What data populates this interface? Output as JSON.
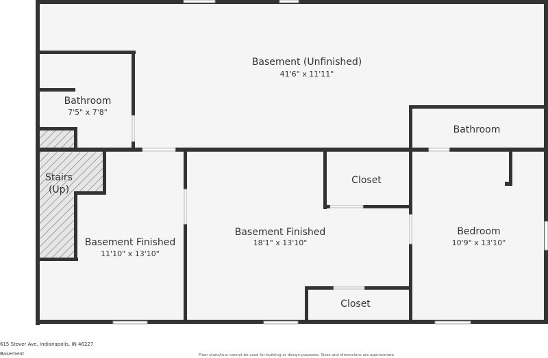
{
  "plan": {
    "rooms": {
      "basement_unfinished": {
        "name": "Basement (Unfinished)",
        "dims": "41'6\" x 11'11\""
      },
      "bathroom_left": {
        "name": "Bathroom",
        "dims": "7'5\" x 7'8\""
      },
      "bathroom_right": {
        "name": "Bathroom"
      },
      "stairs": {
        "name_line1": "Stairs",
        "name_line2": "(Up)"
      },
      "basement_finished_left": {
        "name": "Basement Finished",
        "dims": "11'10\" x 13'10\""
      },
      "basement_finished_center": {
        "name": "Basement Finished",
        "dims": "18'1\" x 13'10\""
      },
      "closet_top": {
        "name": "Closet"
      },
      "closet_bottom": {
        "name": "Closet"
      },
      "bedroom": {
        "name": "Bedroom",
        "dims": "10'9\" x 13'10\""
      }
    },
    "colors": {
      "wall": "#333333",
      "floor": "#f5f5f5",
      "stairs_hatch": "#666666"
    }
  },
  "footer": {
    "address": "615 Stover Ave, Indianapolis, IN 46227",
    "level": "Basement",
    "disclaimer": "Floor plans/tour cannot be used for building or design purposes. Sizes and dimensions are approximate."
  }
}
